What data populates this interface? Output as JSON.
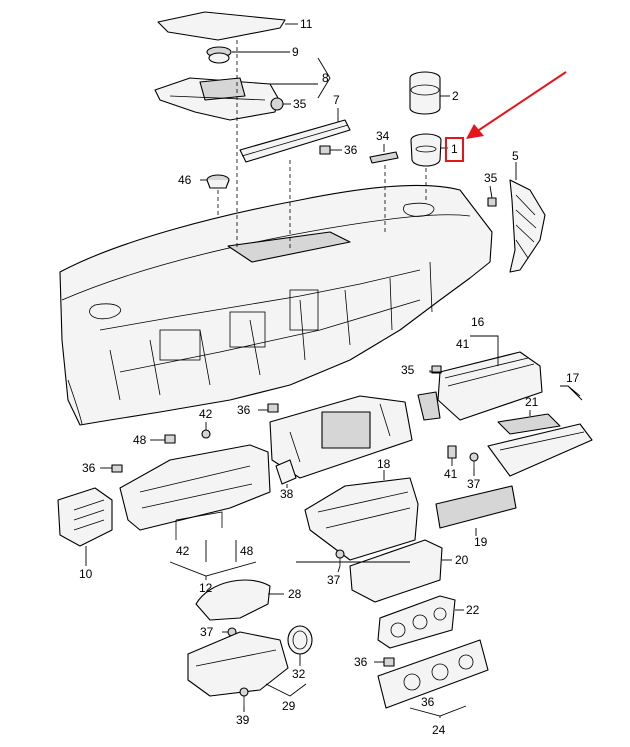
{
  "accent_color": "#e8141c",
  "highlighted_part": "1",
  "callouts": [
    {
      "id": "c11",
      "label": "11"
    },
    {
      "id": "c9",
      "label": "9"
    },
    {
      "id": "c8",
      "label": "8"
    },
    {
      "id": "c35a",
      "label": "35"
    },
    {
      "id": "c7",
      "label": "7"
    },
    {
      "id": "c2",
      "label": "2"
    },
    {
      "id": "c1",
      "label": "1"
    },
    {
      "id": "c34",
      "label": "34"
    },
    {
      "id": "c36a",
      "label": "36"
    },
    {
      "id": "c5",
      "label": "5"
    },
    {
      "id": "c46",
      "label": "46"
    },
    {
      "id": "c35b",
      "label": "35"
    },
    {
      "id": "c16",
      "label": "16"
    },
    {
      "id": "c41a",
      "label": "41"
    },
    {
      "id": "c35c",
      "label": "35"
    },
    {
      "id": "c17",
      "label": "17"
    },
    {
      "id": "c21",
      "label": "21"
    },
    {
      "id": "c36b",
      "label": "36"
    },
    {
      "id": "c42a",
      "label": "42"
    },
    {
      "id": "c48a",
      "label": "48"
    },
    {
      "id": "c36c",
      "label": "36"
    },
    {
      "id": "c41b",
      "label": "41"
    },
    {
      "id": "c37a",
      "label": "37"
    },
    {
      "id": "c18",
      "label": "18"
    },
    {
      "id": "c38",
      "label": "38"
    },
    {
      "id": "c19",
      "label": "19"
    },
    {
      "id": "c10",
      "label": "10"
    },
    {
      "id": "c42b",
      "label": "42"
    },
    {
      "id": "c48b",
      "label": "48"
    },
    {
      "id": "c12",
      "label": "12"
    },
    {
      "id": "c37b",
      "label": "37"
    },
    {
      "id": "c20",
      "label": "20"
    },
    {
      "id": "c28",
      "label": "28"
    },
    {
      "id": "c22",
      "label": "22"
    },
    {
      "id": "c37c",
      "label": "37"
    },
    {
      "id": "c32",
      "label": "32"
    },
    {
      "id": "c36d",
      "label": "36"
    },
    {
      "id": "c29",
      "label": "29"
    },
    {
      "id": "c39",
      "label": "39"
    },
    {
      "id": "c36e",
      "label": "36"
    },
    {
      "id": "c24",
      "label": "24"
    }
  ]
}
